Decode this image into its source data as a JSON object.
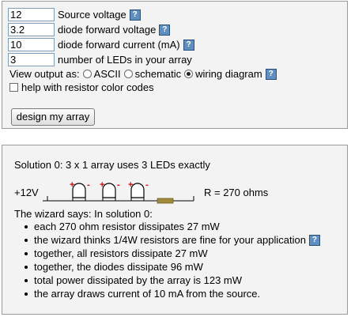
{
  "form": {
    "fields": [
      {
        "value": "12",
        "label": "Source voltage",
        "help": "?"
      },
      {
        "value": "3.2",
        "label": "diode forward voltage",
        "help": "?"
      },
      {
        "value": "10",
        "label": "diode forward current (mA)",
        "help": "?"
      },
      {
        "value": "3",
        "label": "number of LEDs in your array"
      }
    ],
    "view_output_label": "View output as:",
    "options": [
      "ASCII",
      "schematic",
      "wiring diagram"
    ],
    "selected_option": "wiring diagram",
    "help_color_codes_label": "help with resistor color codes",
    "submit_label": "design my array"
  },
  "result": {
    "heading": "Solution 0: 3 x 1 array uses 3 LEDs exactly",
    "source_label": "+12V",
    "resistor_label": "R = 270 ohms",
    "led_polarity": {
      "plus": "+",
      "minus": "-"
    },
    "wizard_says": "The wizard says: In solution 0:",
    "bullets": [
      "each 270 ohm resistor dissipates 27 mW",
      "the wizard thinks 1/4W resistors are fine for your application",
      "together, all resistors dissipate 27 mW",
      "together, the diodes dissipate 96 mW",
      "total power dissipated by the array is 123 mW",
      "the array draws current of 10 mA from the source."
    ],
    "bullet_help": "?"
  },
  "colors": {
    "led_polarity": "#e00000",
    "resistor": "#a08a3a",
    "help_icon": "#5f8fc0"
  }
}
